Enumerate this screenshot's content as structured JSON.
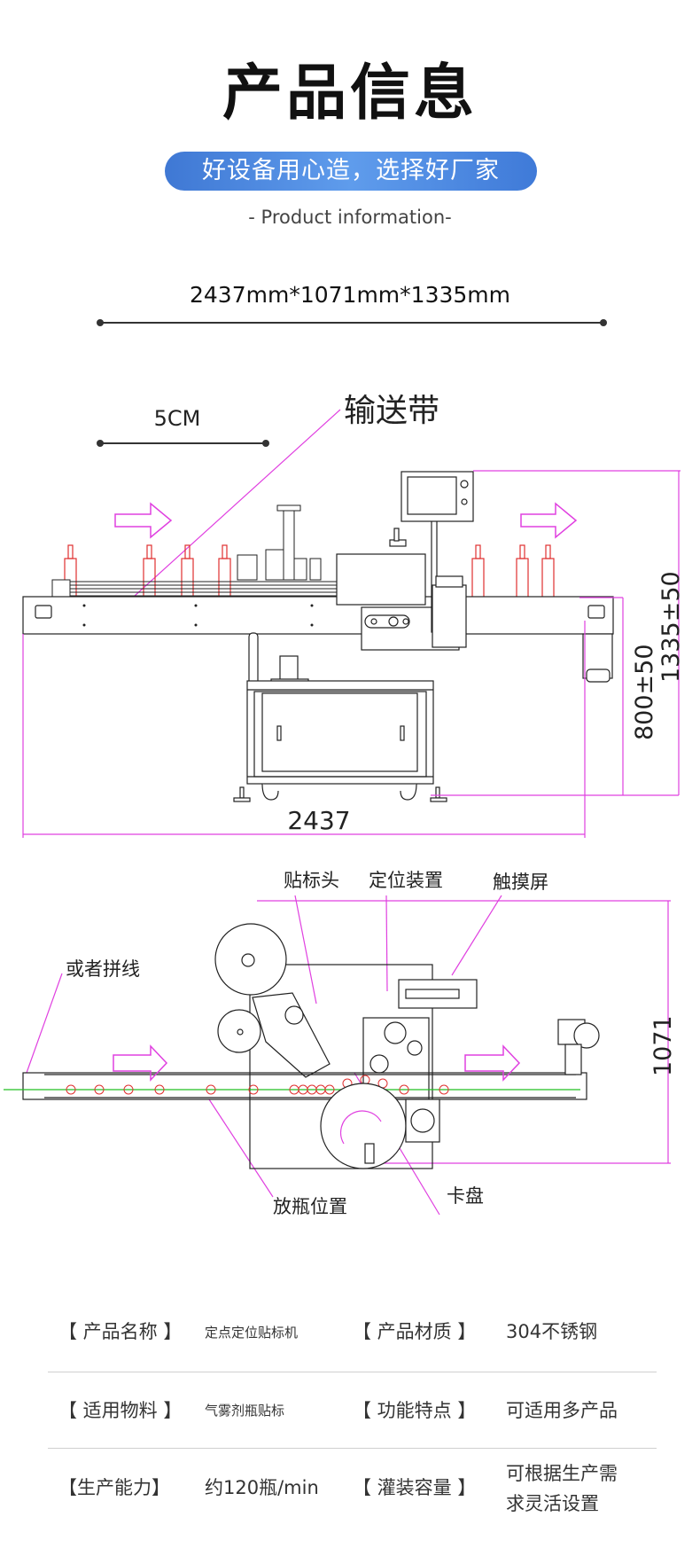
{
  "header": {
    "title": "产品信息",
    "slogan": "好设备用心造，选择好厂家",
    "subtitle": "- Product information-"
  },
  "dimensions": {
    "overall": "2437mm*1071mm*1335mm"
  },
  "front_view": {
    "scale_label": "5CM",
    "callout_conveyor": "输送带",
    "dim_width": "2437",
    "dim_table_height": "800±50",
    "dim_total_height": "1335±50"
  },
  "top_view": {
    "callout_labeling_head": "贴标头",
    "callout_positioning": "定位装置",
    "callout_touchscreen": "触摸屏",
    "callout_line": "或者拼线",
    "callout_bottle_position": "放瓶位置",
    "callout_chuck": "卡盘",
    "dim_depth": "1071"
  },
  "specs": [
    {
      "label": "【 产品名称 】",
      "value": "定点定位贴标机",
      "label2": "【 产品材质 】",
      "value2": "304不锈钢"
    },
    {
      "label": "【 适用物料 】",
      "value": "气雾剂瓶贴标",
      "label2": "【 功能特点 】",
      "value2": "可适用多产品"
    },
    {
      "label": "【生产能力】",
      "value": "约120瓶/min",
      "label2": "【 灌装容量 】",
      "value2_line1": "可根据生产需",
      "value2_line2": "求灵活设置"
    }
  ],
  "colors": {
    "accent_blue": "#4a86dc",
    "dimension_magenta": "#e040e0",
    "bottle_red": "#e03030",
    "centerline_green": "#20c020"
  }
}
